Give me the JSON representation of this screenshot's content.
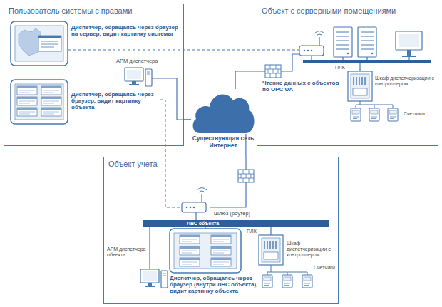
{
  "diagram": {
    "nodes": [
      {
        "text": [
          "Пользователь системы с правами"
        ]
      },
      {
        "text": [
          "Объект с серверными помещениями"
        ]
      },
      {
        "text": [
          "Объект учета"
        ]
      },
      {
        "text": [
          "Существующая сеть Интернет"
        ]
      }
    ],
    "edges": [
      {
        "from": 3,
        "to": 0,
        "arrow": "none"
      },
      {
        "from": 3,
        "to": 1,
        "arrow": "none"
      },
      {
        "from": 3,
        "to": 2,
        "arrow": "none"
      }
    ],
    "labels": [
      "Диспетчер, обращаясь через браузер на сервер, видит картинку системы",
      "АРМ диспетчера",
      "Диспетчер, обращаясь через браузер, видит картинку объекта",
      "Чтение данных с объектов по OPC UA",
      "ПЛК",
      "Шкаф диспетчеризации с контроллером",
      "Счетчики",
      "Шлюз (роутер)",
      "ЛВС объекта",
      "АРМ диспетчера объекта",
      "Диспетчер, обращаясь через браузер (внутри ЛВС объекта), видит картинку объекта",
      "ПЛК",
      "Шкаф диспетчеризации с контроллером",
      "Счетчики"
    ]
  }
}
